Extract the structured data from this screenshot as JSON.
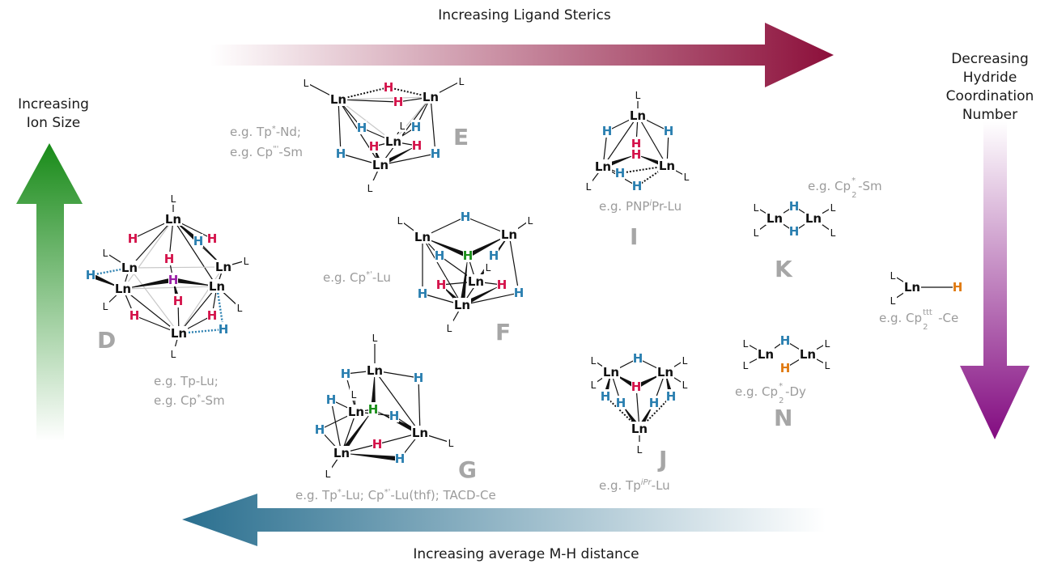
{
  "axes": {
    "top": "Increasing Ligand Sterics",
    "left_line1": "Increasing",
    "left_line2": "Ion Size",
    "right_line1": "Decreasing",
    "right_line2": "Hydride",
    "right_line3": "Coordination",
    "right_line4": "Number",
    "bottom": "Increasing average M-H distance"
  },
  "colors": {
    "sterics_arrow": "#8c0f3a",
    "ion_size_arrow": "#178a17",
    "coordination_arrow": "#820a80",
    "distance_arrow": "#2a6f8f",
    "bridging_hydride": "#2a7fb0",
    "interstitial_hydride": "#d4124a",
    "central_hydride_D": "#9a1fa6",
    "central_hydride_FG": "#1a8f1a",
    "terminal_hydride": "#e07a10"
  },
  "atoms": {
    "metal": "Ln",
    "hydride": "H",
    "ligand": "L"
  },
  "complexes": {
    "D": {
      "label": "D",
      "examples": {
        "a_pre": "e.g. Tp-Lu;",
        "b_pre": "e.g. Cp",
        "b_sup": "*",
        "b_post": "-Sm"
      }
    },
    "E": {
      "label": "E",
      "examples": {
        "a_pre": "e.g. Tp",
        "a_sup": "*",
        "a_post": "-Nd;",
        "b_pre": "e.g. Cp",
        "b_sup": "\"'",
        "b_post": "-Sm"
      }
    },
    "F": {
      "label": "F",
      "examples": {
        "a_pre": "e.g. Cp",
        "a_sup": "*'",
        "a_post": "-Lu"
      }
    },
    "G": {
      "label": "G",
      "examples": {
        "a_pre": "e.g. Tp",
        "a_sup": "*",
        "a_mid": "-Lu; Cp",
        "a_sup2": "*'",
        "a_post": "-Lu(thf); TACD-Ce"
      }
    },
    "I": {
      "label": "I",
      "examples": {
        "a_pre": "e.g. PNP",
        "a_sup": "i",
        "a_post": "Pr-Lu"
      }
    },
    "J": {
      "label": "J",
      "examples": {
        "a_pre": "e.g. Tp",
        "a_sup": "iPr",
        "a_post": "-Lu"
      }
    },
    "K": {
      "label": "K",
      "examples": {
        "a_pre": "e.g. Cp",
        "a_sup": "*",
        "a_sub": "2",
        "a_post": "-Sm"
      }
    },
    "N": {
      "label": "N",
      "examples": {
        "a_pre": "e.g. Cp",
        "a_sup": "*",
        "a_sub": "2",
        "a_post": "-Dy"
      }
    },
    "mono": {
      "examples": {
        "a_pre": "e.g. Cp",
        "a_sup": "ttt",
        "a_sub": "2",
        "a_post": "-Ce"
      }
    }
  }
}
